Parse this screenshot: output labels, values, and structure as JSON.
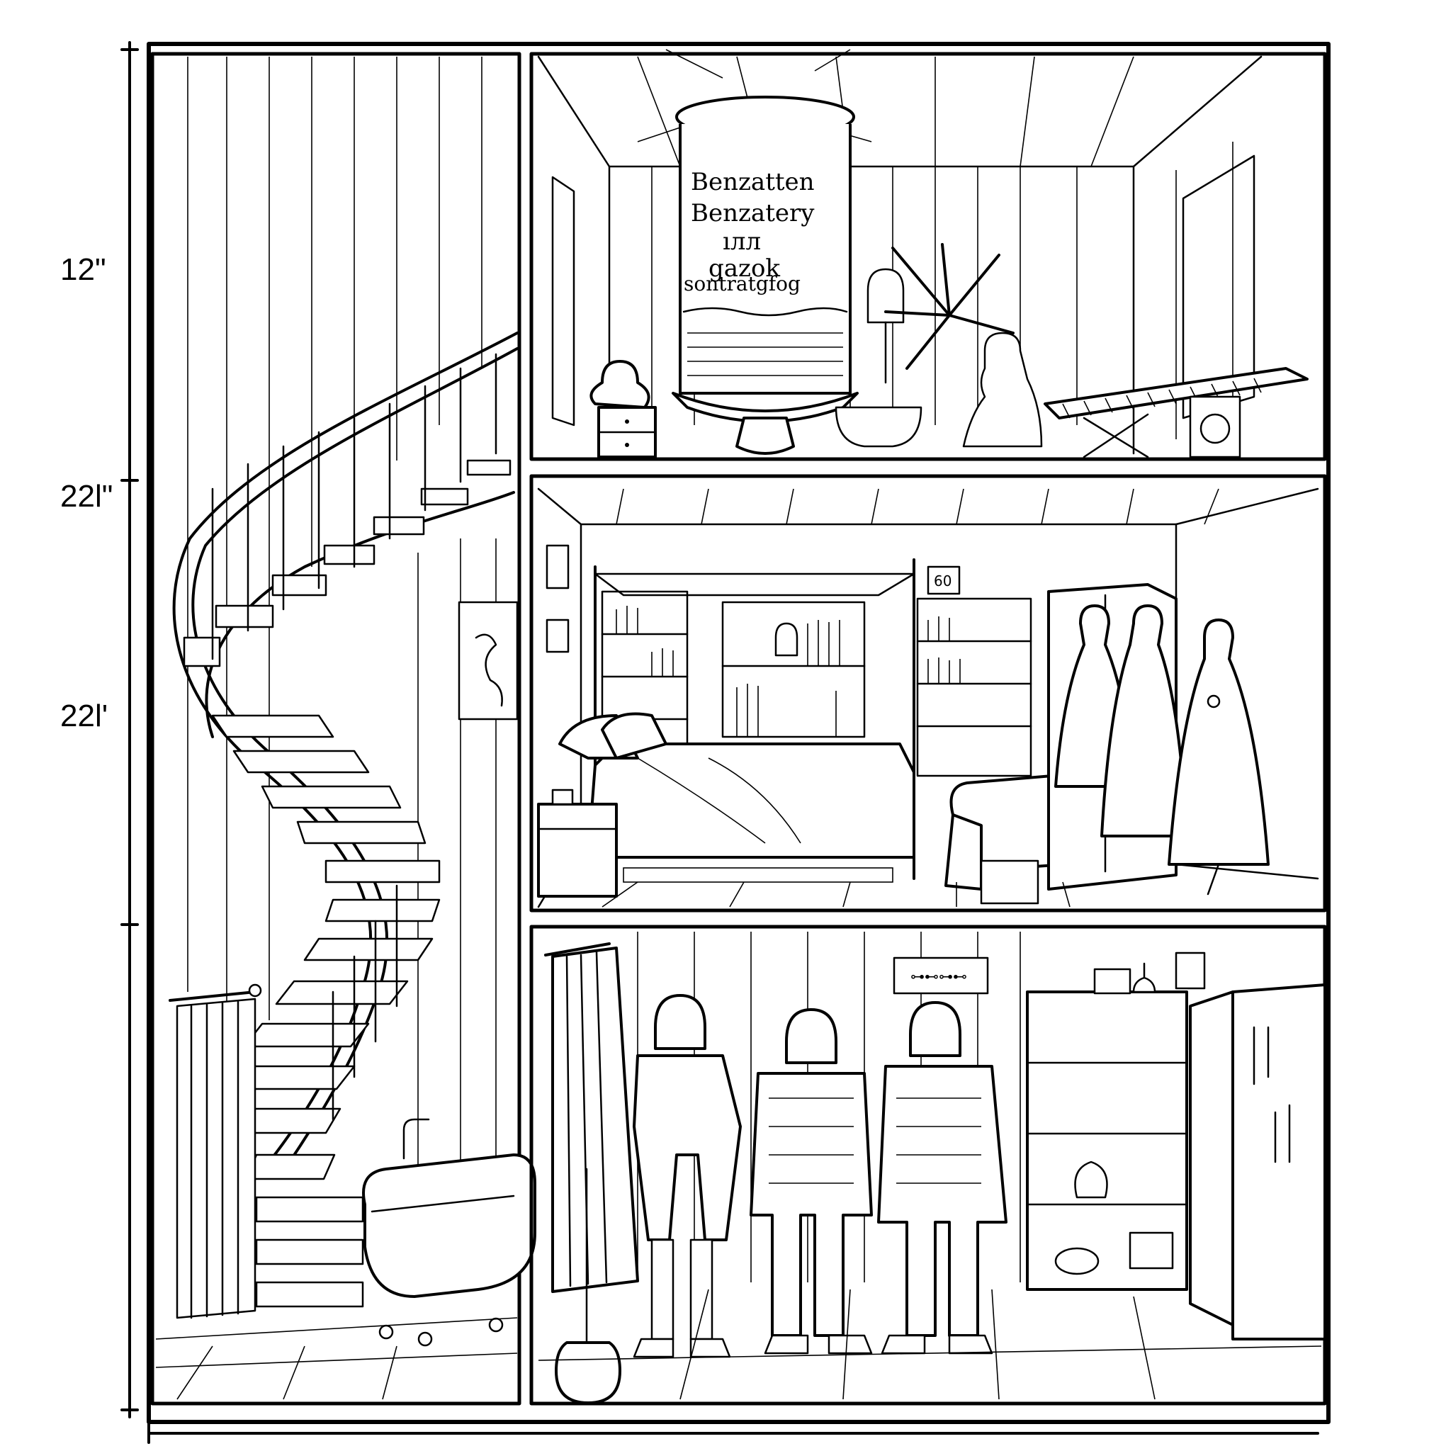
{
  "dimensions": {
    "top": "12\"",
    "upper_middle": "22l\"",
    "lower_middle": "22l'"
  },
  "cylinder_label": {
    "line1": "Benzatten",
    "line2": "Benzatery",
    "line3": "ıлл",
    "line4": "gazok",
    "line5": "sontratgfog"
  },
  "clock_text": "60",
  "wall_plaque_text": "⊶⊷⊶⊷",
  "jar_text": "",
  "icons": {
    "plan": "house-cutaway-icon",
    "staircase": "spiral-staircase-icon",
    "bathtub": "clawfoot-bathtub-icon",
    "armor": "knight-armor-icon",
    "dress": "dress-form-icon",
    "keyboard": "keyboard-instrument-icon"
  },
  "colors": {
    "ink": "#000000",
    "paper": "#ffffff"
  }
}
